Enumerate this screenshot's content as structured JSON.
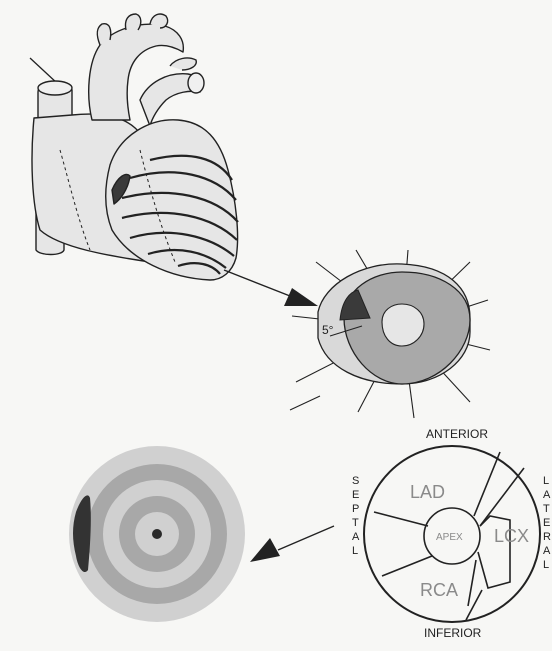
{
  "labels": {
    "angle": "5°",
    "anterior": "ANTERIOR",
    "inferior": "INFERIOR",
    "septal": [
      "S",
      "E",
      "P",
      "T",
      "A",
      "L"
    ],
    "lateral": [
      "L",
      "A",
      "T",
      "E",
      "R",
      "A",
      "L"
    ],
    "lad": "LAD",
    "lcx": "LCX",
    "rca": "RCA",
    "apex": "APEX"
  },
  "colors": {
    "background": "#f7f7f5",
    "heart_fill": "#e6e6e6",
    "ink": "#222222",
    "slice_dark": "#a9a9a9",
    "slice_light": "#d9d9d9",
    "defect": "#3a3a3a",
    "map_label": "#8a8a8a"
  }
}
